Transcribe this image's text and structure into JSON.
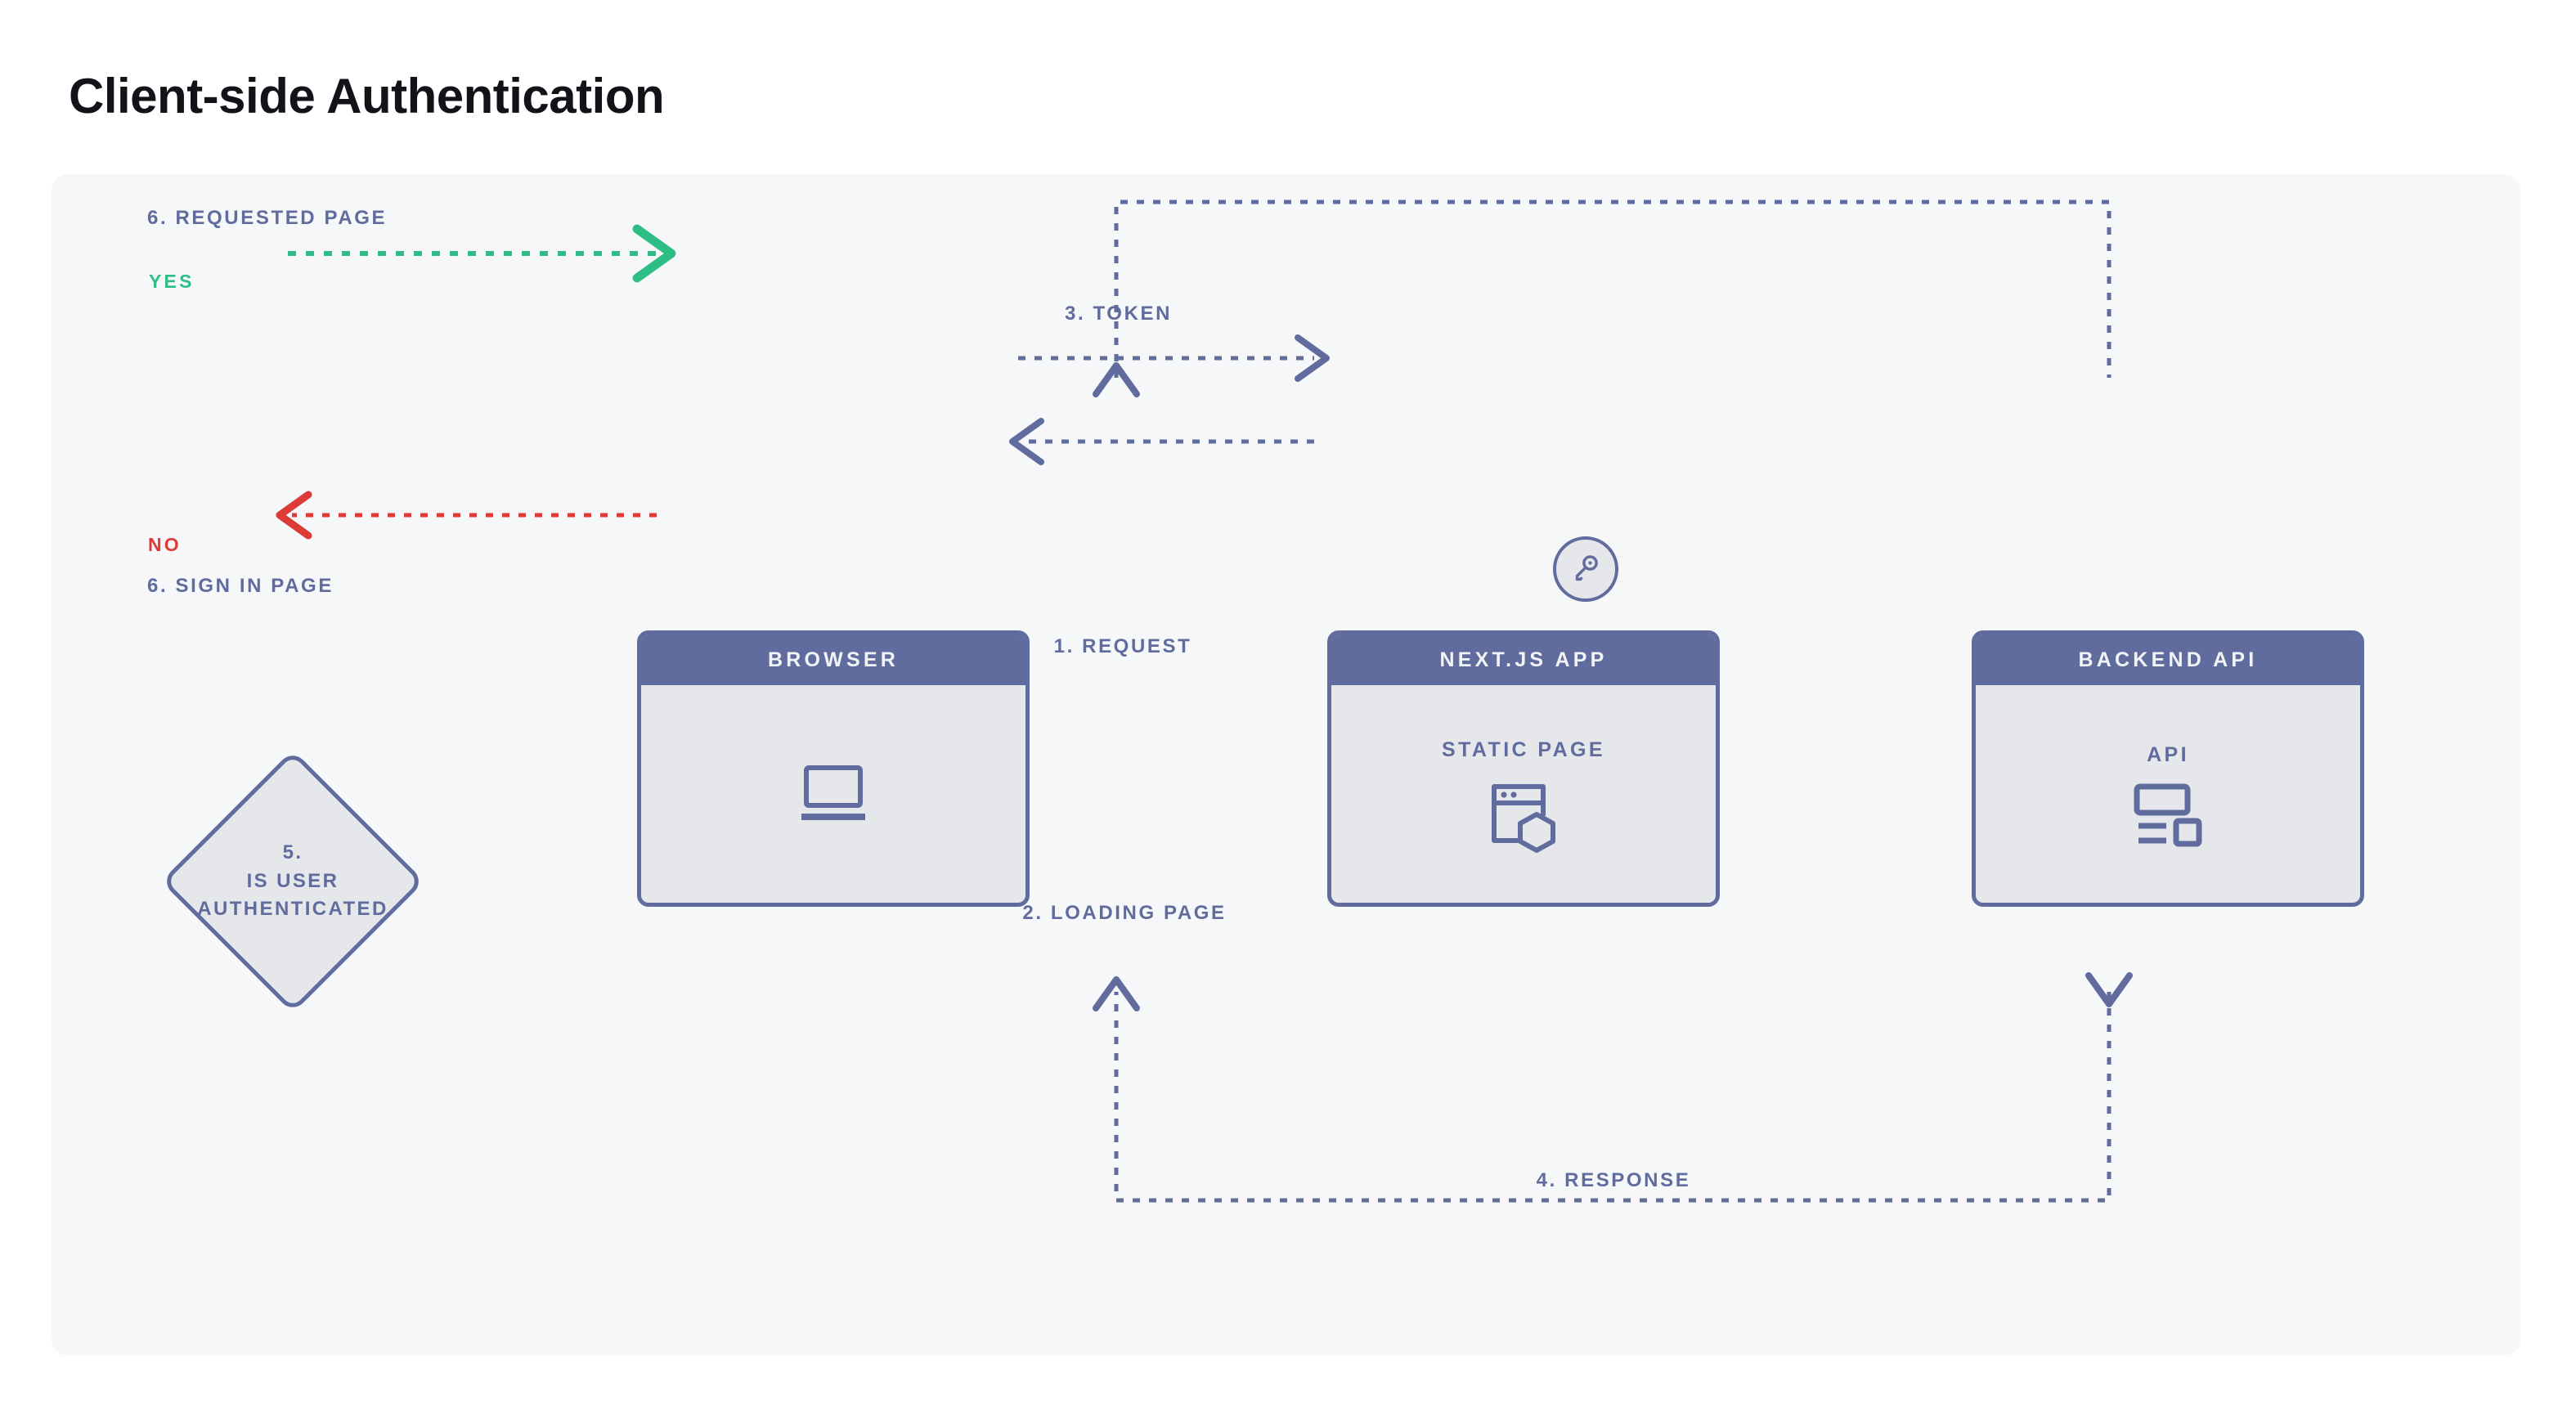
{
  "page": {
    "title": "Client-side Authentication",
    "background": "#ffffff",
    "panel_background": "#f6f7f9"
  },
  "theme": {
    "primary": "#606C9D",
    "node_fill": "#e5e7eb",
    "yes_color": "#2EBD85",
    "no_color": "#DC3B38",
    "title_color": "#111318"
  },
  "nodes": [
    {
      "id": "decision",
      "shape": "diamond",
      "lines": [
        "5.",
        "IS USER",
        "AUTHENTICATED"
      ],
      "icon": ""
    },
    {
      "id": "browser",
      "shape": "card",
      "header": "BROWSER",
      "sublabel": "",
      "icon": "laptop-icon"
    },
    {
      "id": "nextjs-app",
      "shape": "card",
      "header": "NEXT.JS APP",
      "sublabel": "STATIC PAGE",
      "icon": "static-page-icon"
    },
    {
      "id": "backend-api",
      "shape": "card",
      "header": "BACKEND API",
      "sublabel": "API",
      "icon": "api-server-icon"
    }
  ],
  "edges": [
    {
      "id": "request",
      "label": "1. REQUEST",
      "from": "browser",
      "to": "nextjs-app",
      "style": "dotted",
      "color": "#606C9D",
      "direction": "right"
    },
    {
      "id": "loading-page",
      "label": "2. LOADING PAGE",
      "from": "nextjs-app",
      "to": "browser",
      "style": "dotted",
      "color": "#606C9D",
      "direction": "left"
    },
    {
      "id": "token",
      "label": "3. TOKEN",
      "from": "backend-api",
      "to": "browser",
      "style": "dotted",
      "color": "#606C9D",
      "direction": "left",
      "badge_icon": "key-icon"
    },
    {
      "id": "response",
      "label": "4. RESPONSE",
      "from": "backend-api",
      "to": "browser",
      "style": "dotted",
      "color": "#606C9D",
      "direction": "left"
    },
    {
      "id": "requested-page",
      "label": "6. REQUESTED PAGE",
      "branch": "YES",
      "from": "decision",
      "to": "browser",
      "style": "dotted",
      "color": "#2EBD85",
      "direction": "right"
    },
    {
      "id": "sign-in-page",
      "label": "6. SIGN IN PAGE",
      "branch": "NO",
      "from": "browser",
      "to": "decision",
      "style": "dotted",
      "color": "#DC3B38",
      "direction": "left"
    }
  ],
  "labels": {
    "request": "1. REQUEST",
    "loading_page": "2. LOADING PAGE",
    "token": "3. TOKEN",
    "response": "4. RESPONSE",
    "requested_page": "6. REQUESTED PAGE",
    "sign_in_page": "6. SIGN IN PAGE",
    "yes": "YES",
    "no": "NO"
  }
}
